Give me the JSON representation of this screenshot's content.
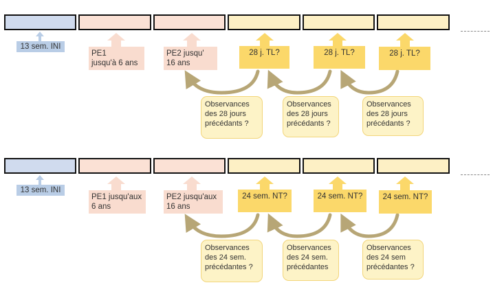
{
  "colors": {
    "ini": "#b9cde6",
    "pe": "#f9dccf",
    "tl": "#fbd86a",
    "obs": "#fdf3c7",
    "curve": "#b7a676"
  },
  "row1": {
    "ini": "13 sem. INI",
    "pe1": "PE1\njusqu'à 6 ans",
    "pe2": "PE2 jusqu'\n16 ans",
    "tl": [
      "28 j. TL?",
      "28 j. TL?",
      "28 j. TL?"
    ],
    "obs": [
      "Observances\ndes 28 jours\nprécédants ?",
      "Observances\ndes 28 jours\nprécédants ?",
      "Observances\ndes 28 jours\nprécédants ?"
    ]
  },
  "row2": {
    "ini": "13 sem. INI",
    "pe1": "PE1 jusqu'aux\n6 ans",
    "pe2": "PE2 jusqu'aux\n16 ans",
    "tl": [
      "24 sem. NT?",
      "24 sem. NT?",
      "24 sem. NT?"
    ],
    "obs": [
      "Observances\ndes 24 sem.\nprécédantes ?",
      "Observances\ndes 24 sem.\nprécédantes",
      "Observances\ndes 24 sem\nprécédantes ?"
    ]
  }
}
